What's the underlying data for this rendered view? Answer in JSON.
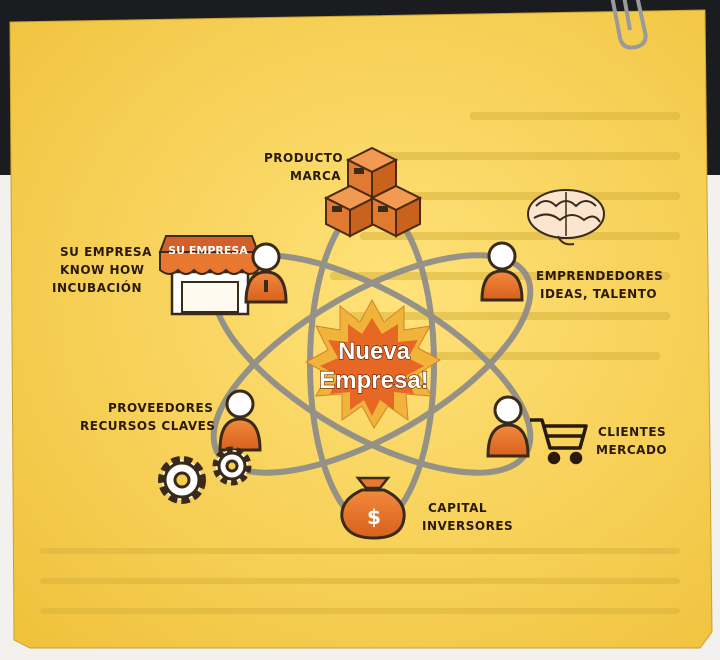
{
  "center": {
    "line1": "Nueva",
    "line2": "Empresa!"
  },
  "nodes": {
    "producto": {
      "line1": "PRODUCTO",
      "line2": "MARCA"
    },
    "su_empresa": {
      "line1": "SU EMPRESA",
      "line2": "KNOW HOW",
      "line3": "INCUBACIÓN",
      "awning_label": "SU EMPRESA"
    },
    "emprendedores": {
      "line1": "EMPRENDEDORES",
      "line2": "IDEAS, TALENTO"
    },
    "proveedores": {
      "line1": "PROVEEDORES",
      "line2": "RECURSOS CLAVES"
    },
    "clientes": {
      "line1": "CLIENTES",
      "line2": "MERCADO"
    },
    "capital": {
      "line1": "CAPITAL",
      "line2": "INVERSORES"
    }
  },
  "icons": {
    "boxes": "boxes-icon",
    "shop": "storefront-icon",
    "brain": "brain-icon",
    "person": "person-icon",
    "gears": "gears-icon",
    "cart": "shopping-cart-icon",
    "money_bag": "money-bag-icon",
    "paperclip": "paperclip-icon"
  },
  "colors": {
    "paper": "#f6cf4e",
    "accent": "#e8782f",
    "orbit": "#8a8a8a",
    "starburst": "#f0b43a"
  }
}
